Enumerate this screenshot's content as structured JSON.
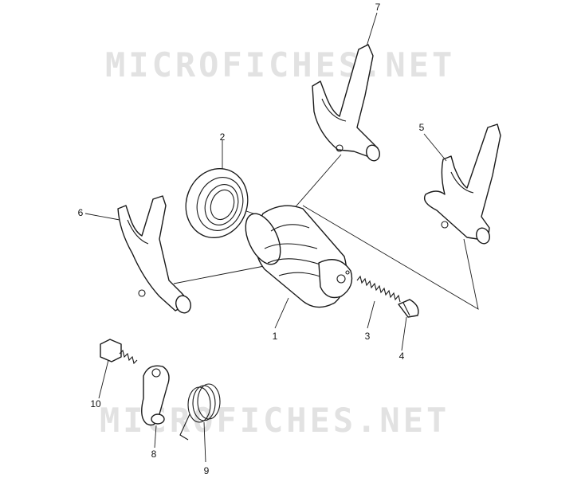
{
  "watermark": {
    "text": "MICROFICHES.NET",
    "color": "#e2e2e2"
  },
  "callouts": {
    "c1": "1",
    "c2": "2",
    "c3": "3",
    "c4": "4",
    "c5": "5",
    "c6": "6",
    "c7": "7",
    "c8": "8",
    "c9": "9",
    "c10": "10"
  },
  "colors": {
    "line": "#1a1a1a",
    "background": "#ffffff"
  }
}
